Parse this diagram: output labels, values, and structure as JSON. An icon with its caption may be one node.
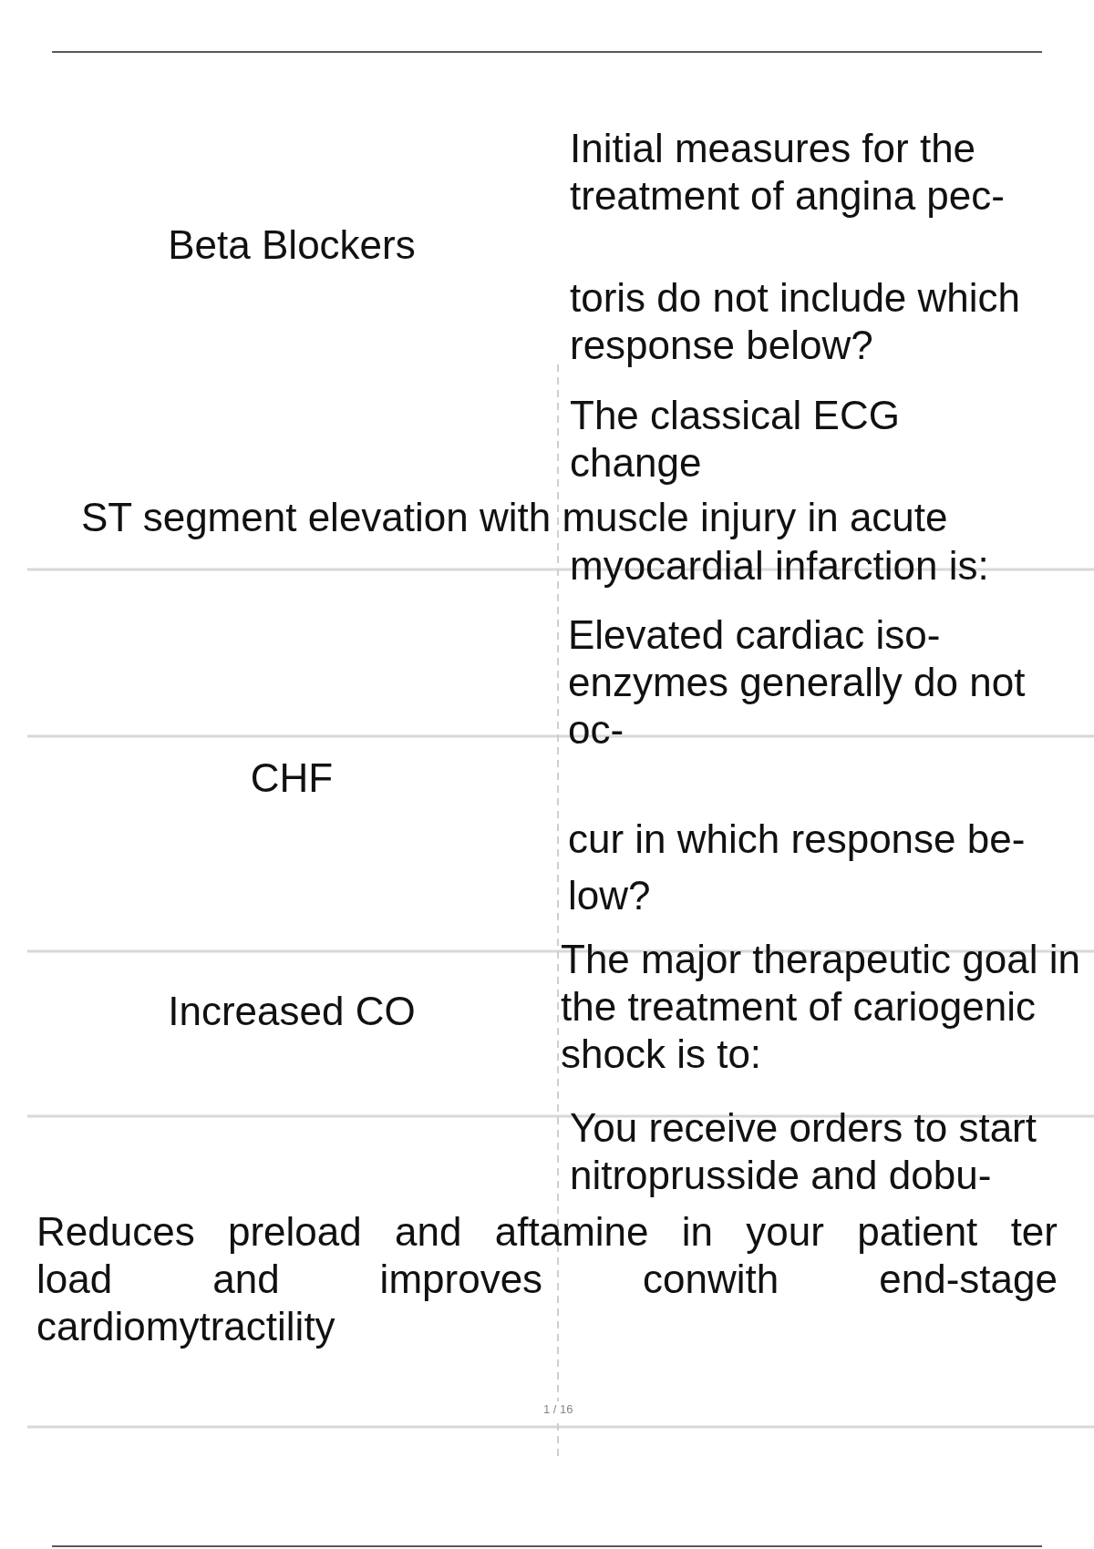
{
  "diagram": {
    "labels": [
      "Initial measures for the treatment of angina pec-",
      "Beta Blockers",
      "toris do not include which response below?",
      "The classical ECG change",
      "ST segment elevation with muscle injury in acute",
      "myocardial infarction is:",
      "Elevated cardiac iso- enzymes generally do not oc-",
      "CHF",
      "cur in which response be- low?",
      "The major therapeutic goal in the treatment of cariogenic shock is to:",
      "Increased CO",
      "You receive orders to start nitroprusside and dobu-",
      "Reduces preload and aftamine in your patient ter",
      "load and improves conwith end-stage",
      "cardiomytractility",
      "1 / 16"
    ]
  }
}
